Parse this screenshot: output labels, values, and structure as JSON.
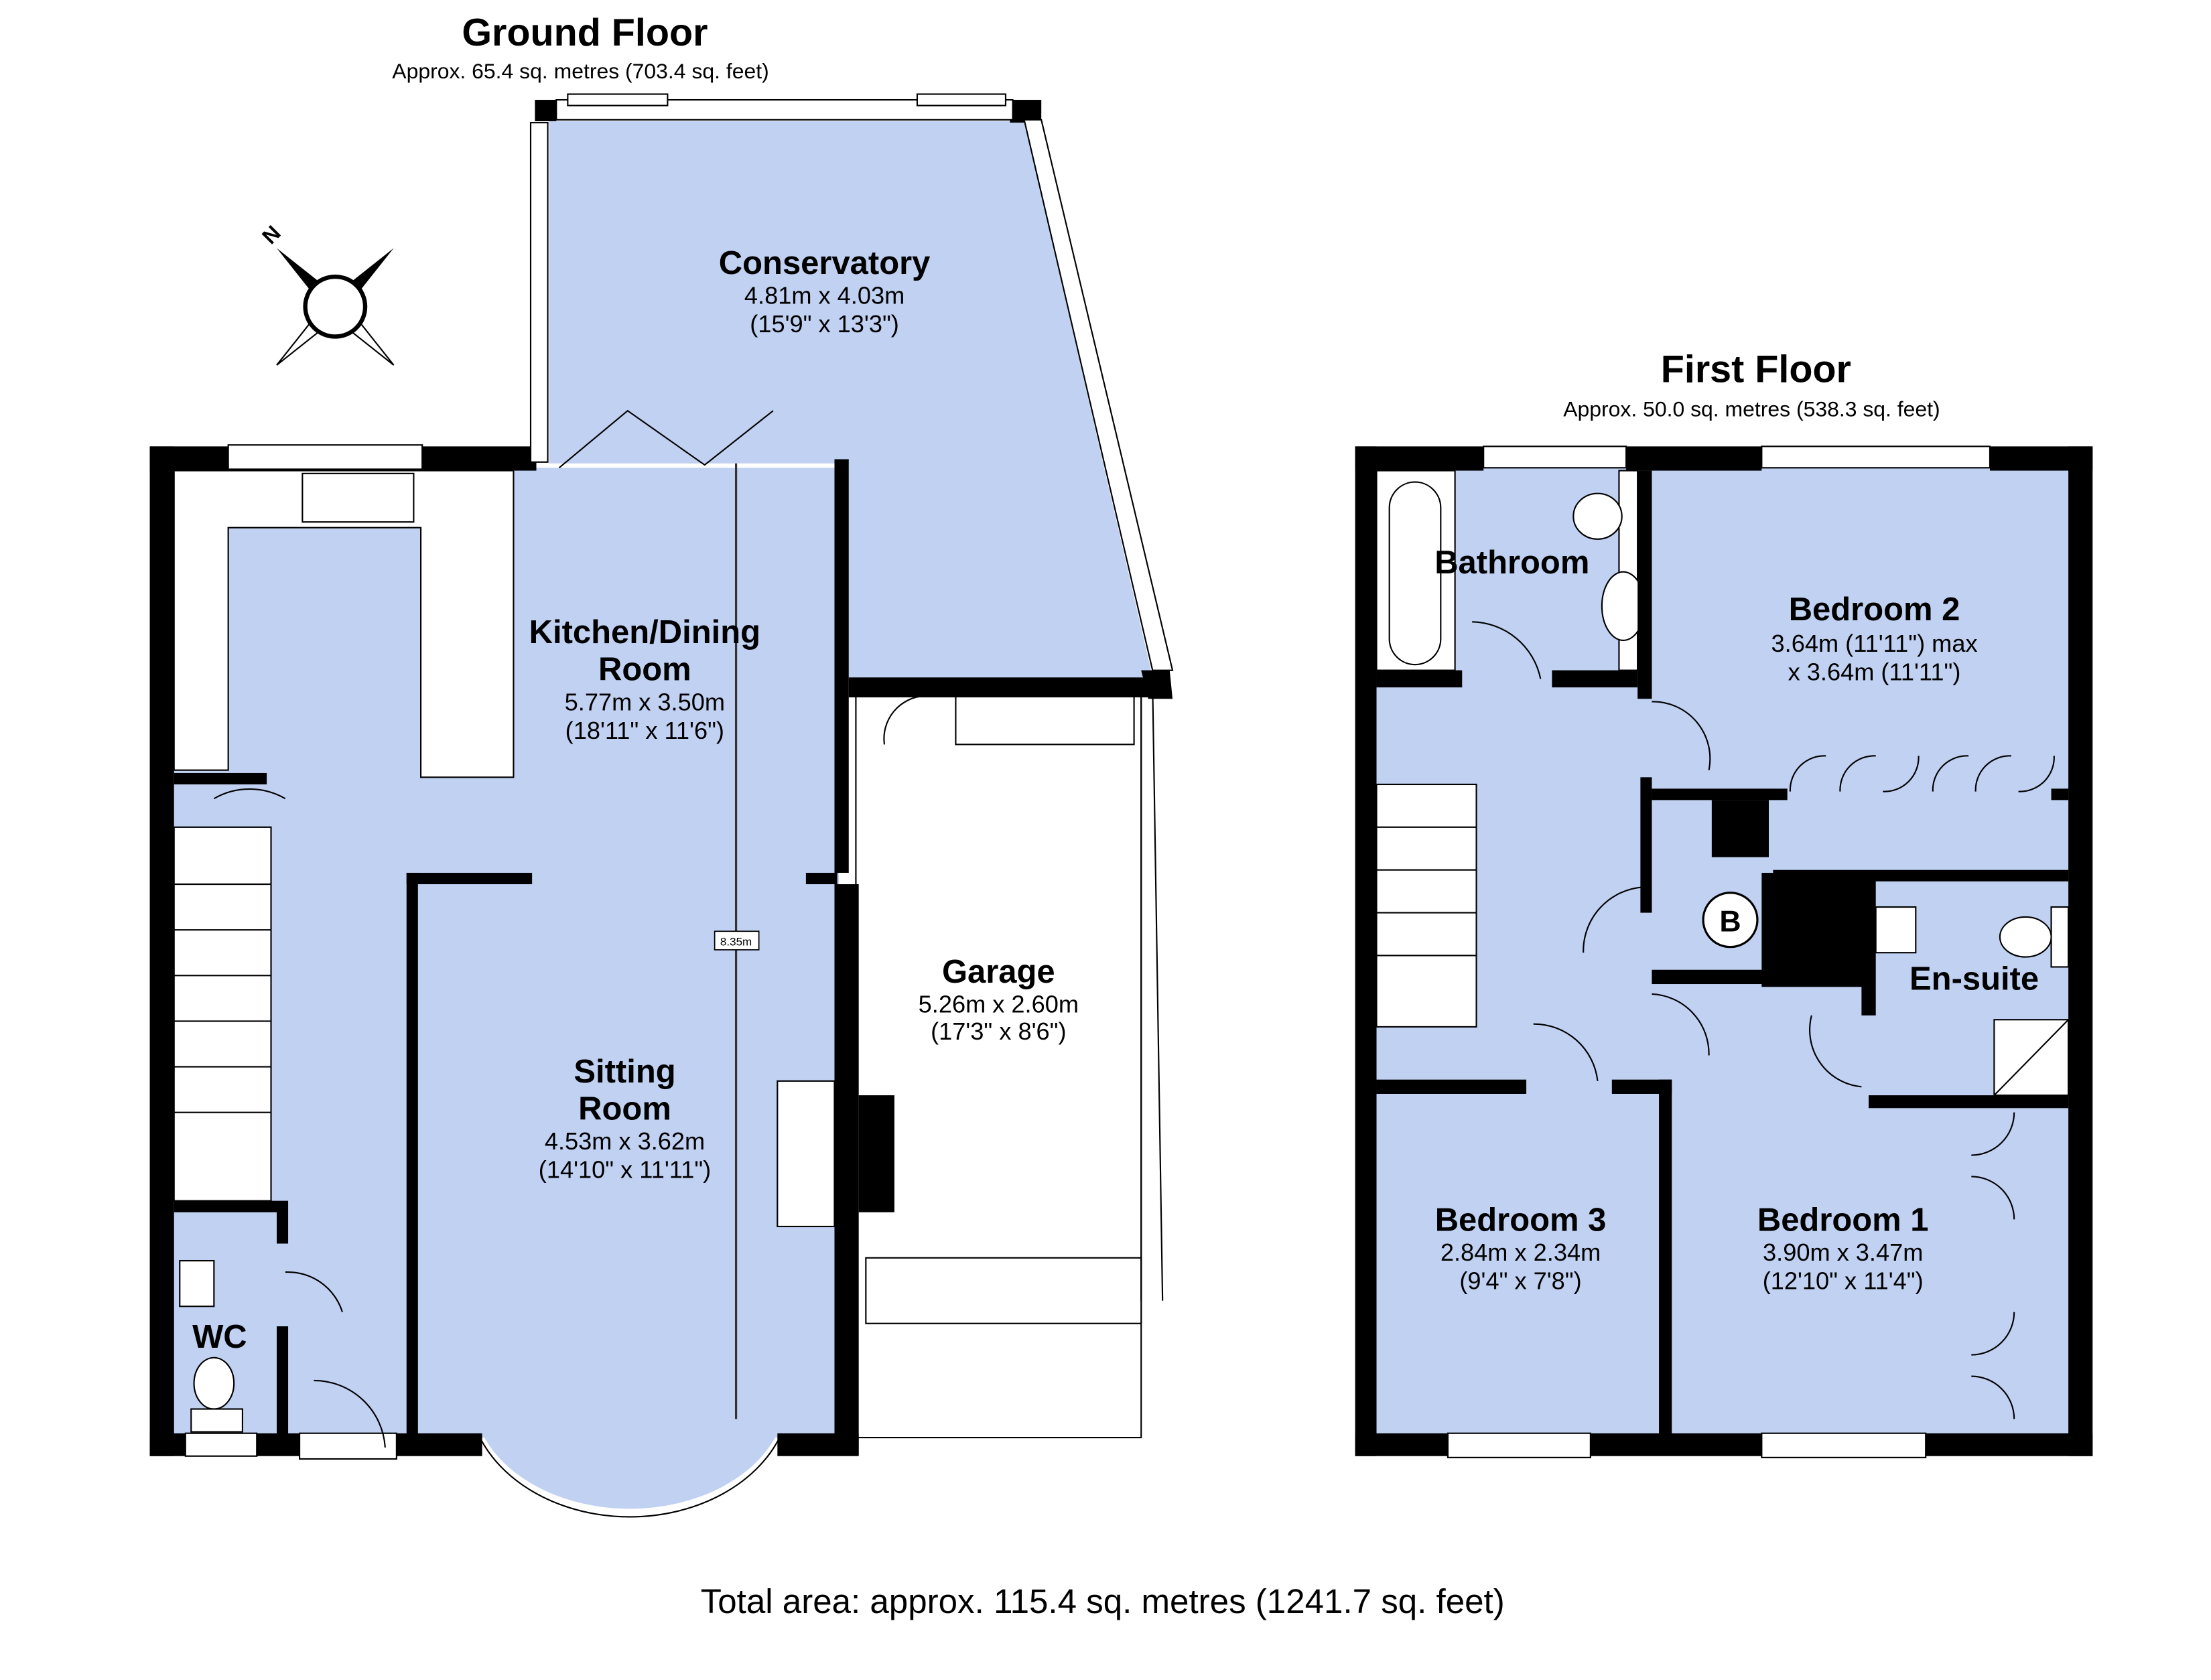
{
  "ground_floor": {
    "title": "Ground Floor",
    "area": "Approx. 65.4 sq. metres (703.4 sq. feet)",
    "compass_label": "N",
    "measure_label": "8.35m",
    "rooms": {
      "conservatory": {
        "name": "Conservatory",
        "metric": "4.81m x 4.03m",
        "imperial": "(15'9\" x 13'3\")"
      },
      "kitchen": {
        "name_line1": "Kitchen/Dining",
        "name_line2": "Room",
        "metric": "5.77m x 3.50m",
        "imperial": "(18'11\" x 11'6\")"
      },
      "sitting": {
        "name_line1": "Sitting",
        "name_line2": "Room",
        "metric": "4.53m x 3.62m",
        "imperial": "(14'10\" x 11'11\")"
      },
      "garage": {
        "name": "Garage",
        "metric": "5.26m x 2.60m",
        "imperial": "(17'3\" x 8'6\")"
      },
      "wc": {
        "name": "WC"
      }
    }
  },
  "first_floor": {
    "title": "First Floor",
    "area": "Approx. 50.0 sq. metres (538.3 sq. feet)",
    "boiler_label": "B",
    "rooms": {
      "bathroom": {
        "name": "Bathroom"
      },
      "bedroom2": {
        "name": "Bedroom 2",
        "line1": "3.64m (11'11\") max",
        "line2": "x 3.64m (11'11\")"
      },
      "ensuite": {
        "name": "En-suite"
      },
      "bedroom3": {
        "name": "Bedroom 3",
        "metric": "2.84m x 2.34m",
        "imperial": "(9'4\" x 7'8\")"
      },
      "bedroom1": {
        "name": "Bedroom 1",
        "metric": "3.90m x 3.47m",
        "imperial": "(12'10\" x 11'4\")"
      }
    }
  },
  "total_area": "Total area: approx. 115.4 sq. metres (1241.7 sq. feet)",
  "colors": {
    "floor": "#c0d1f2",
    "wall": "#000000"
  }
}
